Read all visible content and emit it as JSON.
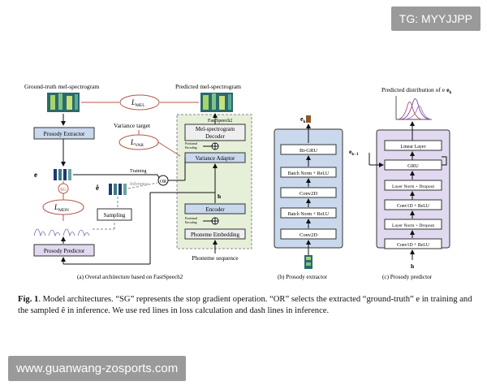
{
  "watermark_top": "TG: MYYJJPP",
  "watermark_bottom": "www.guanwang-zosports.com",
  "diagram": {
    "panel_a": {
      "gt_mel_label": "Ground-truth mel-spectrogram",
      "pred_mel_label": "Predicted mel-spectrogram",
      "loss_mel": "L",
      "loss_mel_sub": "MEL",
      "loss_var": "L",
      "loss_var_sub": "VAR",
      "loss_mdn": "L",
      "loss_mdn_sub": "MDN",
      "variance_target": "Variance target",
      "fastspeech2_label": "FastSpeech2",
      "mel_decoder_line1": "Mel-spectrogram",
      "mel_decoder_line2": "Decoder",
      "variance_adaptor": "Variance Adaptor",
      "encoder": "Encoder",
      "phoneme_embedding": "Phoneme Embedding",
      "positional_encoding_1": "Positional",
      "positional_encoding_2": "Encoding",
      "prosody_extractor": "Prosody Extractor",
      "prosody_predictor": "Prosody Predictor",
      "sampling": "Sampling",
      "sg": "SG",
      "or": "OR",
      "training": "Training",
      "inference": "Inference",
      "e_label": "e",
      "e_hat_label": "ê",
      "h_label": "h",
      "phoneme_sequence": "Phoneme sequence",
      "caption": "(a)  Overal architecture based on FastSpeech2"
    },
    "panel_b": {
      "ek_label": "e",
      "ek_sub": "k",
      "bi_gru": "Bi-GRU",
      "bn_relu_1": "Batch Norm + ReLU",
      "conv2d_1": "Conv2D",
      "bn_relu_2": "Batch Norm + ReLU",
      "conv2d_2": "Conv2D",
      "caption": "(b)  Prosody extractor"
    },
    "panel_c": {
      "title": "Predicted distribution of e",
      "title_sub": "k",
      "linear_layer": "Linear Layer",
      "gru": "GRU",
      "ek1_label": "e",
      "ek1_sub": "k−1",
      "ln_dropout_1": "Layer Norm + Dropout",
      "conv1d_relu_1": "Conv1D + ReLU",
      "ln_dropout_2": "Layer Norm + Dropout",
      "conv1d_relu_2": "Conv1D + ReLU",
      "h_label": "h",
      "caption": "(c)  Prosody predictor"
    }
  },
  "figure_caption": {
    "fig_label": "Fig. 1",
    "text": ". Model architectures. “SG” represents the stop gradient operation. “OR” selects the extracted “ground-truth” e in training and the sampled ê in inference. We use red lines in loss calculation and dash lines in inference."
  },
  "colors": {
    "fastspeech_bg": "#e6f0d9",
    "blue_box": "#c9d8ec",
    "purple_box": "#e0d9ef",
    "gray_box": "#eeeeee",
    "loss_red": "#b4584a",
    "line": "#111111"
  }
}
